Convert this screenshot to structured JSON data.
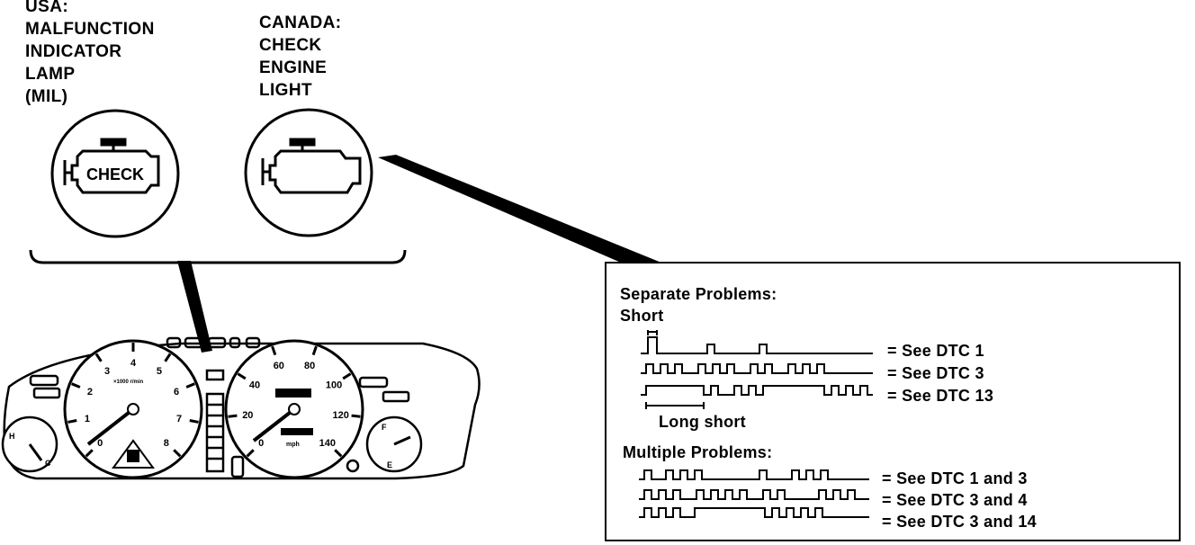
{
  "labels": {
    "usa": [
      "USA:",
      "MALFUNCTION",
      "INDICATOR",
      "LAMP",
      "(MIL)"
    ],
    "canada": [
      "CANADA:",
      "CHECK",
      "ENGINE",
      "LIGHT"
    ],
    "check_word": "CHECK"
  },
  "code_box": {
    "separate_heading": "Separate Problems:",
    "short_label": "Short",
    "long_short_label": "Long short",
    "multiple_heading": "Multiple Problems:",
    "separate_rows": [
      {
        "text": "= See DTC 1"
      },
      {
        "text": "= See DTC 3"
      },
      {
        "text": "= See DTC 13"
      }
    ],
    "multiple_rows": [
      {
        "text": "= See DTC 1 and 3"
      },
      {
        "text": "= See DTC 3 and 4"
      },
      {
        "text": "= See DTC 3 and 14"
      }
    ]
  },
  "gauges": {
    "tach_numbers": [
      "0",
      "1",
      "2",
      "3",
      "4",
      "5",
      "6",
      "7",
      "8"
    ],
    "tach_unit": "×1000 r/min",
    "speedo_numbers": [
      "0",
      "20",
      "40",
      "60",
      "80",
      "100",
      "120",
      "140"
    ],
    "speedo_unit": "mph",
    "temp_marks": [
      "H",
      "C"
    ],
    "fuel_marks": [
      "F",
      "E"
    ]
  }
}
